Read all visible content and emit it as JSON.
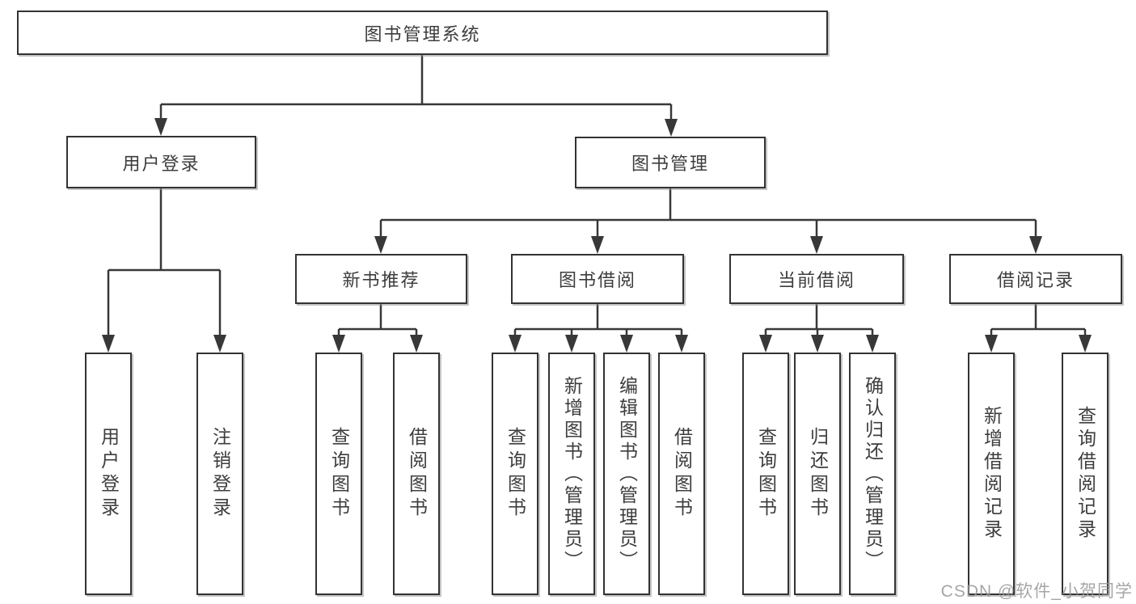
{
  "diagram": {
    "type": "hierarchy-tree",
    "root": {
      "label": "图书管理系统"
    },
    "level2": [
      {
        "label": "用户登录"
      },
      {
        "label": "图书管理"
      }
    ],
    "level3": [
      {
        "label": "新书推荐",
        "parent": "图书管理"
      },
      {
        "label": "图书借阅",
        "parent": "图书管理"
      },
      {
        "label": "当前借阅",
        "parent": "图书管理"
      },
      {
        "label": "借阅记录",
        "parent": "图书管理"
      }
    ],
    "leaves": [
      {
        "label": "用户登录",
        "parent": "用户登录"
      },
      {
        "label": "注销登录",
        "parent": "用户登录"
      },
      {
        "label": "查询图书",
        "parent": "新书推荐"
      },
      {
        "label": "借阅图书",
        "parent": "新书推荐"
      },
      {
        "label": "查询图书",
        "parent": "图书借阅"
      },
      {
        "label": "新增图书（管理员）",
        "parent": "图书借阅"
      },
      {
        "label": "编辑图书（管理员）",
        "parent": "图书借阅"
      },
      {
        "label": "借阅图书",
        "parent": "图书借阅"
      },
      {
        "label": "查询图书",
        "parent": "当前借阅"
      },
      {
        "label": "归还图书",
        "parent": "当前借阅"
      },
      {
        "label": "确认归还（管理员）",
        "parent": "当前借阅"
      },
      {
        "label": "新增借阅记录",
        "parent": "借阅记录"
      },
      {
        "label": "查询借阅记录",
        "parent": "借阅记录"
      }
    ]
  },
  "watermark": {
    "text": "CSDN @软件_小贺同学"
  },
  "colors": {
    "line": "#383838",
    "border": "#333333",
    "box_background": "#ffffff",
    "text": "#3d3d3d",
    "watermark": "#969696"
  }
}
